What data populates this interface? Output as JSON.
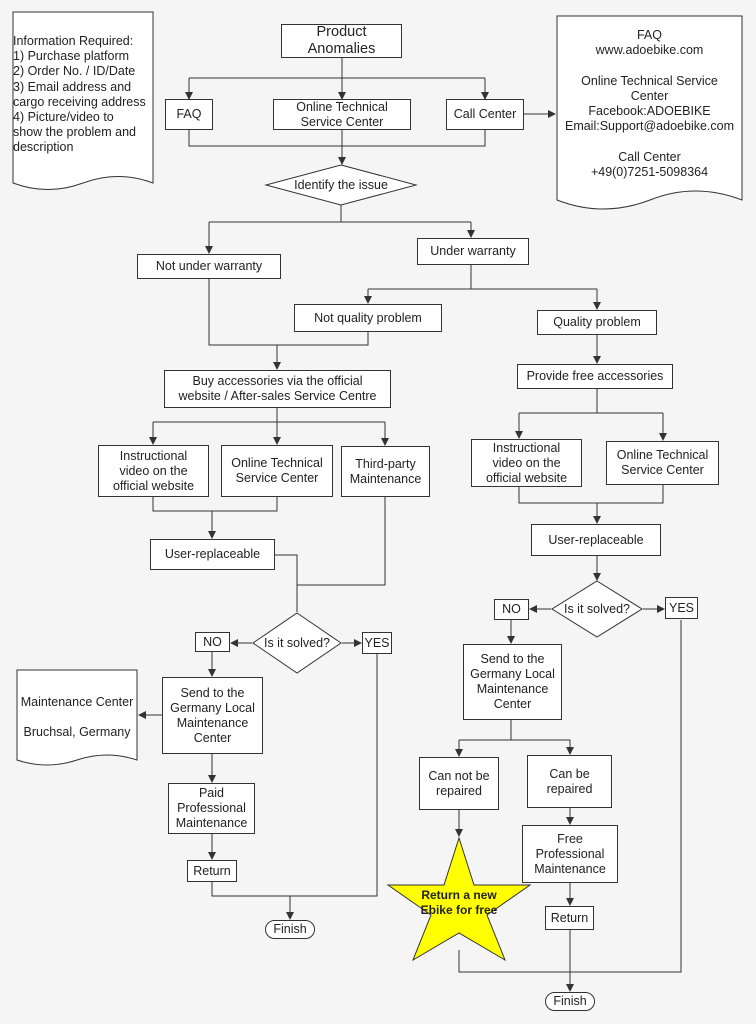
{
  "colors": {
    "line": "#333333",
    "star_fill": "#ffff00",
    "background": "#f5f5f5"
  },
  "doc_left": "Information Required:\n 1) Purchase platform\n 2) Order No. / ID/Date\n 3) Email address and\ncargo receiving address\n 4) Picture/video to\nshow the problem and\ndescription",
  "doc_right": "FAQ\nwww.adoebike.com\n\nOnline Technical  Service\nCenter\nFacebook:ADOEBIKE\nEmail:Support@adoebike.com\n\nCall Center\n+49(0)7251-5098364",
  "doc_maint": "Maintenance Center\n\nBruchsal, Germany",
  "nodes": {
    "top": "Product\nAnomalies",
    "faq": "FAQ",
    "online_top": "Online Technical\nService Center",
    "call": "Call Center",
    "identify": "Identify the issue",
    "not_warranty": "Not under warranty",
    "under_warranty": "Under warranty",
    "not_quality": "Not quality problem",
    "quality": "Quality problem",
    "buy": "Buy accessories via the official\nwebsite / After-sales Service Centre",
    "provide": "Provide free accessories",
    "instr_l": "Instructional\nvideo on the\nofficial website",
    "online_l": "Online Technical\nService Center",
    "third": "Third-party\nMaintenance",
    "instr_r": "Instructional\nvideo on the\nofficial website",
    "online_r": "Online Technical\nService Center",
    "user_l": "User-replaceable",
    "user_r": "User-replaceable",
    "solved_l": "Is it solved?",
    "solved_r": "Is it solved?",
    "no_l": "NO",
    "yes_l": "YES",
    "no_r": "NO",
    "yes_r": "YES",
    "send_l": "Send to the\nGermany Local\nMaintenance\nCenter",
    "send_r": "Send to the\nGermany Local\nMaintenance\nCenter",
    "paid": "Paid\nProfessional\nMaintenance",
    "return_l": "Return",
    "finish_l": "Finish",
    "cannot": "Can not be\nrepaired",
    "can": "Can be\nrepaired",
    "free_prof": "Free\nProfessional\nMaintenance",
    "return_r": "Return",
    "finish_r": "Finish",
    "star": "Return a new\nEbike for free"
  }
}
